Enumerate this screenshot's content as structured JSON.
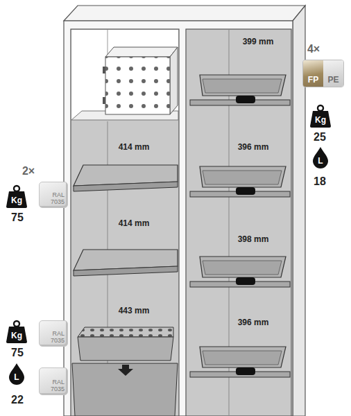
{
  "diagram": {
    "nodes": [
      {
        "text": [
          "FP",
          "PE"
        ]
      },
      {
        "text": [
          "Kg"
        ]
      },
      {
        "text": [
          "L"
        ]
      },
      {
        "text": [
          "Kg"
        ]
      },
      {
        "text": [
          "RAL 7035"
        ]
      },
      {
        "text": [
          "Kg"
        ]
      },
      {
        "text": [
          "RAL 7035"
        ]
      },
      {
        "text": [
          "L"
        ]
      },
      {
        "text": [
          "RAL 7035"
        ]
      }
    ],
    "labels": [
      "399 mm",
      "4×",
      "25",
      "18",
      "414 mm",
      "396 mm",
      "2×",
      "75",
      "414 mm",
      "398 mm",
      "443 mm",
      "396 mm",
      "75",
      "22"
    ]
  }
}
